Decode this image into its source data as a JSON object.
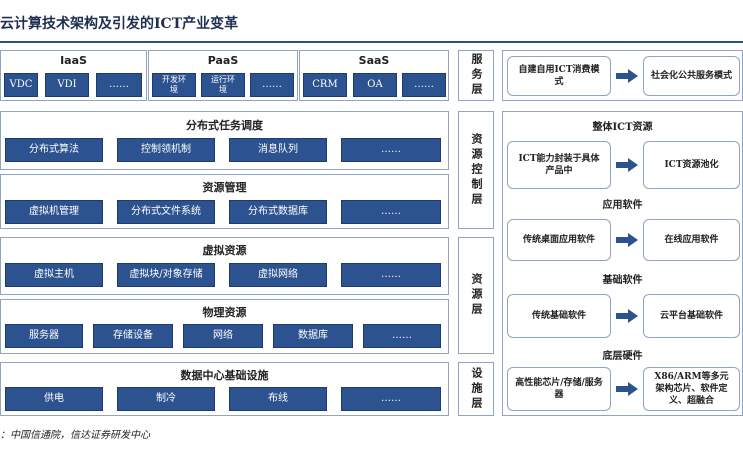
{
  "title": "云计算技术架构及引发的ICT产业变革",
  "top": {
    "iaas": {
      "label": "IaaS",
      "items": [
        "VDC",
        "VDI",
        "……"
      ]
    },
    "paas": {
      "label": "PaaS",
      "items": [
        "开发环境",
        "运行环境",
        "……"
      ]
    },
    "saas": {
      "label": "SaaS",
      "items": [
        "CRM",
        "OA",
        "……"
      ]
    }
  },
  "layers": [
    {
      "header": "分布式任务调度",
      "items": [
        "分布式算法",
        "控制领机制",
        "消息队列",
        "……"
      ]
    },
    {
      "header": "资源管理",
      "items": [
        "虚拟机管理",
        "分布式文件系统",
        "分布式数据库",
        "……"
      ]
    },
    {
      "header": "虚拟资源",
      "items": [
        "虚拟主机",
        "虚拟块/对象存储",
        "虚拟网络",
        "……"
      ]
    },
    {
      "header": "物理资源",
      "items": [
        "服务器",
        "存储设备",
        "网络",
        "数据库",
        "……"
      ]
    },
    {
      "header": "数据中心基础设施",
      "items": [
        "供电",
        "制冷",
        "布线",
        "……"
      ]
    }
  ],
  "side_labels": [
    "服务层",
    "资源控制层",
    "资源层",
    "设施层"
  ],
  "right": {
    "service": {
      "from": "自建自用ICT消费模式",
      "to": "社会化公共服务模式"
    },
    "ict_title": "整体ICT资源",
    "ict": {
      "from": "ICT能力封装于具体产品中",
      "to": "ICT资源池化"
    },
    "app_title": "应用软件",
    "app": {
      "from": "传统桌面应用软件",
      "to": "在线应用软件"
    },
    "base_title": "基础软件",
    "base": {
      "from": "传统基础软件",
      "to": "云平台基础软件"
    },
    "hw_title": "底层硬件",
    "hw": {
      "from": "高性能芯片/存储/服务器",
      "to": "X86/ARM等多元架构芯片、软件定义、超融合"
    }
  },
  "source": "：中国信通院，信达证券研发中心",
  "colors": {
    "button": "#2d5290",
    "arrow": "#2d5290",
    "rule": "#2b4f86"
  }
}
